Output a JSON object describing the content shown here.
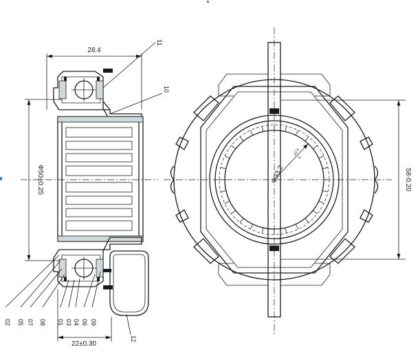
{
  "dimensions": {
    "width_top": "28.4",
    "outer_diameter": "Φ50±0.25",
    "width_bottom": "22±0.30",
    "inner_diameter": "Φ33.2",
    "inner_tolerance_upper": "+0.1",
    "inner_tolerance_lower": "0",
    "height_right": "58-0.20"
  },
  "callouts": {
    "top": [
      "11",
      "10"
    ],
    "bottom_left": [
      "02",
      "05",
      "07",
      "08",
      "01",
      "03",
      "04",
      "06",
      "09"
    ],
    "bottom_right": "12"
  },
  "colors": {
    "line": "#1a1a1a",
    "seal_fill": "#cfd8dc",
    "stray_mark": "#4a7fd6"
  }
}
